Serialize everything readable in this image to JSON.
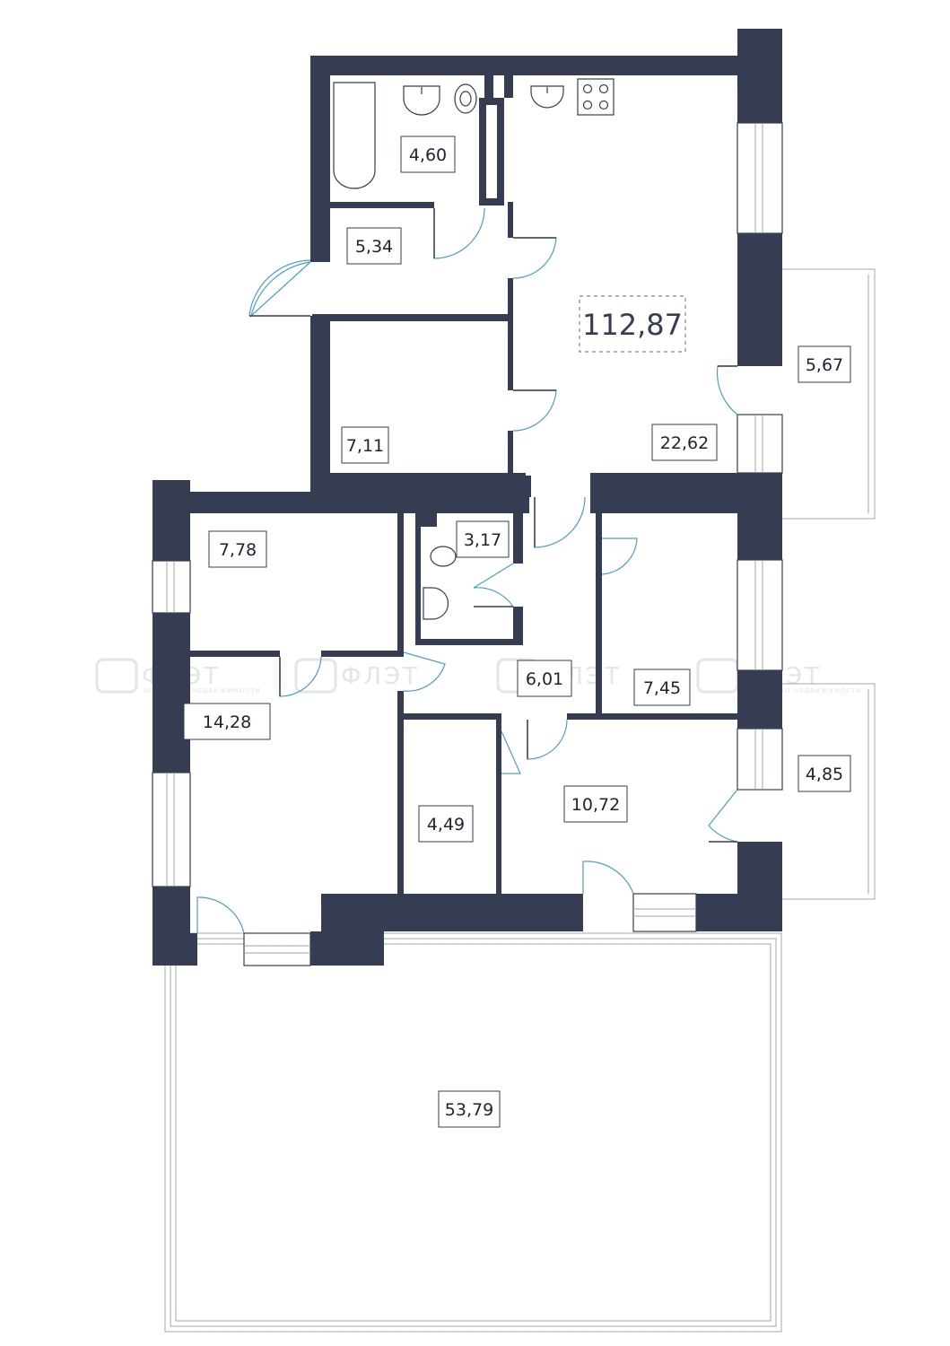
{
  "plan": {
    "total_area": "112,87",
    "rooms": [
      {
        "id": "bathroom",
        "area": "4,60"
      },
      {
        "id": "hall-top",
        "area": "5,34"
      },
      {
        "id": "kitchen-living",
        "area": "22,62"
      },
      {
        "id": "storage-top",
        "area": "7,11"
      },
      {
        "id": "balcony-right-top",
        "area": "5,67"
      },
      {
        "id": "bedroom-small-left",
        "area": "7,78"
      },
      {
        "id": "wc",
        "area": "3,17"
      },
      {
        "id": "corridor",
        "area": "6,01"
      },
      {
        "id": "room-right-middle",
        "area": "7,45"
      },
      {
        "id": "bedroom-left",
        "area": "14,28"
      },
      {
        "id": "wardrobe",
        "area": "4,49"
      },
      {
        "id": "bedroom-bottom",
        "area": "10,72"
      },
      {
        "id": "balcony-right-bottom",
        "area": "4,85"
      },
      {
        "id": "terrace",
        "area": "53,79"
      }
    ]
  },
  "colors": {
    "wall": "#363c52",
    "door_arc": "#4a9fc4",
    "background": "#ffffff"
  }
}
